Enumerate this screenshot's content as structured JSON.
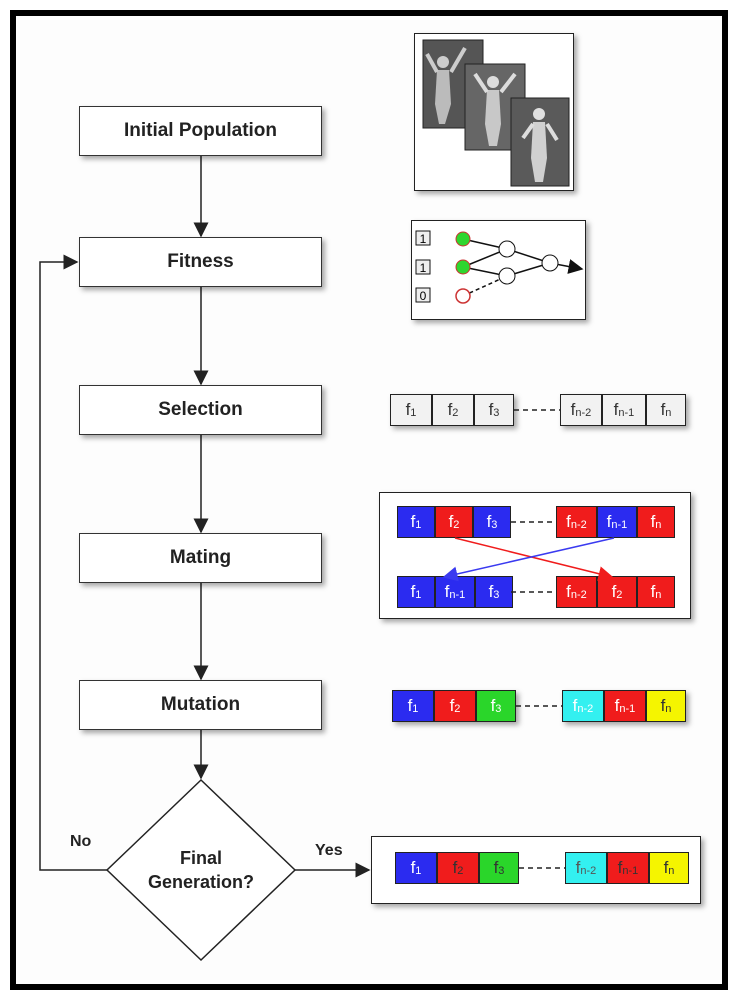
{
  "steps": {
    "initial_population": "Initial Population",
    "fitness": "Fitness",
    "selection": "Selection",
    "mating": "Mating",
    "mutation": "Mutation",
    "decision_line1": "Final",
    "decision_line2": "Generation?"
  },
  "branch_labels": {
    "no": "No",
    "yes": "Yes"
  },
  "network_inputs": [
    "1",
    "1",
    "0"
  ],
  "genes": {
    "f1": "f",
    "f1_sub": "1",
    "f2": "f",
    "f2_sub": "2",
    "f3": "f",
    "f3_sub": "3",
    "fn2": "f",
    "fn2_sub": "n-2",
    "fn1": "f",
    "fn1_sub": "n-1",
    "fn": "f",
    "fn_sub": "n"
  },
  "colors": {
    "blue": "#2b2bf0",
    "red": "#f01c1c",
    "green": "#2ad62a",
    "cyan": "#33f0f0",
    "yellow": "#f5f500",
    "gray_gene": "#f2f2f2",
    "node_green": "#2fd62f"
  }
}
